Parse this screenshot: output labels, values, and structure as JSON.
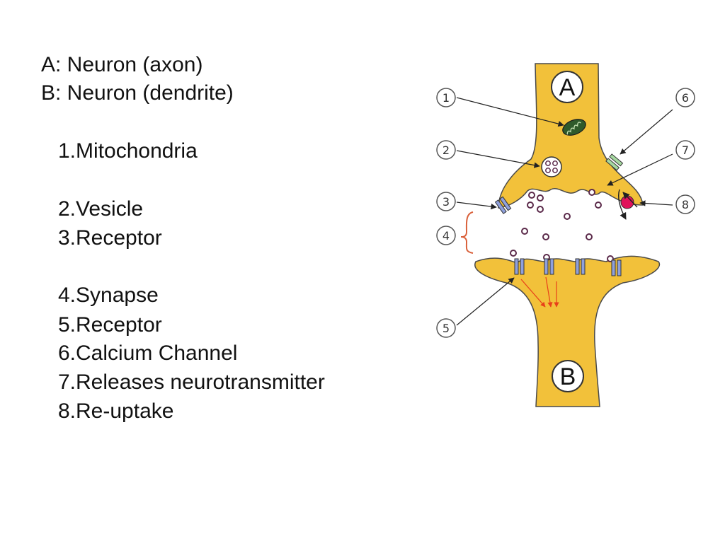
{
  "legend": {
    "neurons": [
      "A: Neuron (axon)",
      "B: Neuron (dendrite)"
    ],
    "group1": [
      "1.Mitochondria"
    ],
    "group2": [
      "2.Vesicle",
      "3.Receptor"
    ],
    "group3": [
      "4.Synapse",
      "5.Receptor",
      "6.Calcium Channel",
      "7.Releases neurotransmitter",
      "8.Re-uptake"
    ]
  },
  "diagram": {
    "neuron_a": "A",
    "neuron_b": "B",
    "markers": [
      "1",
      "2",
      "3",
      "4",
      "5",
      "6",
      "7",
      "8"
    ],
    "colors": {
      "neuron_fill": "#f2c13a",
      "neuron_stroke": "#4a4a4a",
      "receptor": "#8fa0dc",
      "calcium_channel": "#a5d8a0",
      "reuptake": "#e0125a",
      "signal_arrows": "#e8401a",
      "synapse_brace": "#d9603a"
    },
    "icons": [
      "mitochondria-icon",
      "vesicle-icon",
      "receptor-icon",
      "calcium-channel-icon",
      "reuptake-transporter-icon",
      "signal-arrow-icon"
    ]
  }
}
